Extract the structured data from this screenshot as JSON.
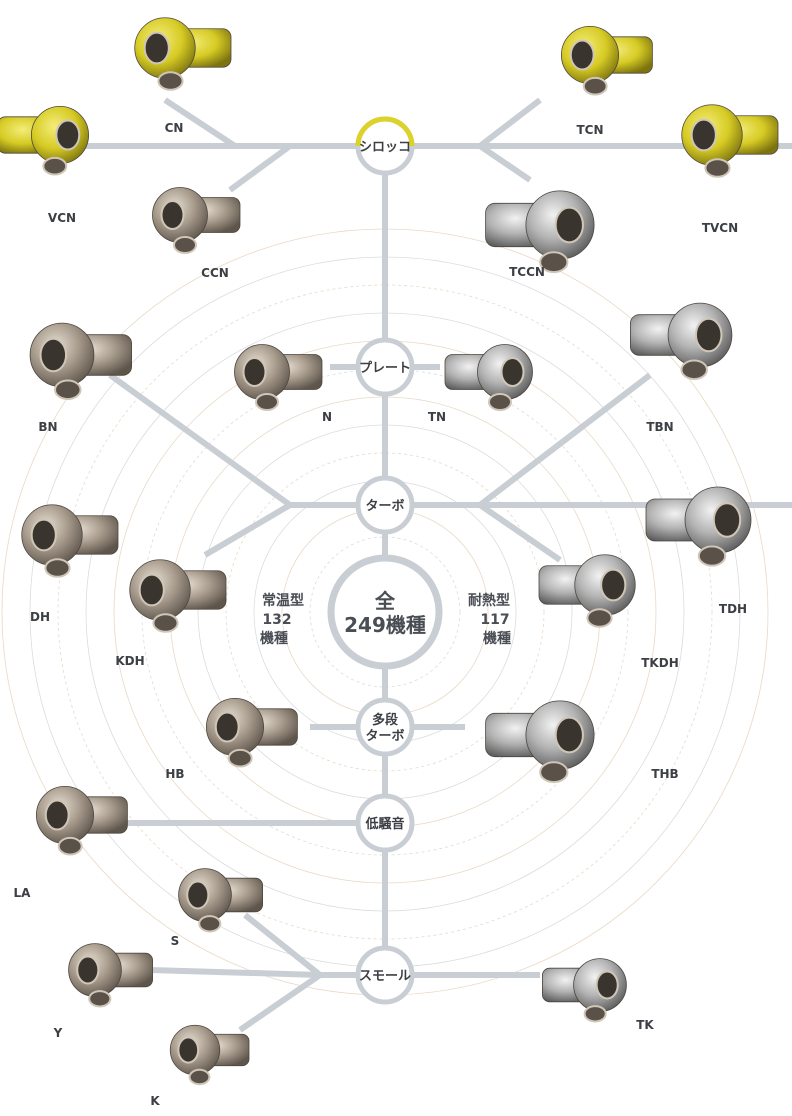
{
  "center": {
    "line1": "全",
    "line2": "249機種"
  },
  "left_group": {
    "line1": "常温型",
    "line2": "132",
    "line3": "機種"
  },
  "right_group": {
    "line1": "耐熱型",
    "line2": "117",
    "line3": "機種"
  },
  "categories": [
    {
      "id": "sirocco",
      "label": "シロッコ"
    },
    {
      "id": "plate",
      "label": "プレート"
    },
    {
      "id": "turbo",
      "label": "ターボ"
    },
    {
      "id": "multistage",
      "label": "多段",
      "label2": "ターボ"
    },
    {
      "id": "lownoise",
      "label": "低騒音"
    },
    {
      "id": "small",
      "label": "スモール"
    }
  ],
  "products": [
    {
      "label": "CN",
      "category": "sirocco",
      "highlighted": true
    },
    {
      "label": "VCN",
      "category": "sirocco",
      "highlighted": true
    },
    {
      "label": "CCN",
      "category": "sirocco",
      "highlighted": false
    },
    {
      "label": "TCN",
      "category": "sirocco",
      "highlighted": true
    },
    {
      "label": "TVCN",
      "category": "sirocco",
      "highlighted": true
    },
    {
      "label": "TCCN",
      "category": "sirocco",
      "highlighted": false
    },
    {
      "label": "BN",
      "category": "turbo",
      "highlighted": false
    },
    {
      "label": "N",
      "category": "plate",
      "highlighted": false
    },
    {
      "label": "TN",
      "category": "plate",
      "highlighted": false
    },
    {
      "label": "TBN",
      "category": "turbo",
      "highlighted": false
    },
    {
      "label": "DH",
      "category": "turbo",
      "highlighted": false
    },
    {
      "label": "KDH",
      "category": "turbo",
      "highlighted": false
    },
    {
      "label": "TKDH",
      "category": "turbo",
      "highlighted": false
    },
    {
      "label": "TDH",
      "category": "turbo",
      "highlighted": false
    },
    {
      "label": "HB",
      "category": "multistage",
      "highlighted": false
    },
    {
      "label": "THB",
      "category": "multistage",
      "highlighted": false
    },
    {
      "label": "LA",
      "category": "lownoise",
      "highlighted": false
    },
    {
      "label": "S",
      "category": "small",
      "highlighted": false
    },
    {
      "label": "Y",
      "category": "small",
      "highlighted": false
    },
    {
      "label": "K",
      "category": "small",
      "highlighted": false
    },
    {
      "label": "TK",
      "category": "small",
      "highlighted": false
    }
  ],
  "colors": {
    "line": "#c9ced4",
    "highlight": "#dcd22a",
    "text": "#3c3f44",
    "metal": "#a89c8c"
  }
}
